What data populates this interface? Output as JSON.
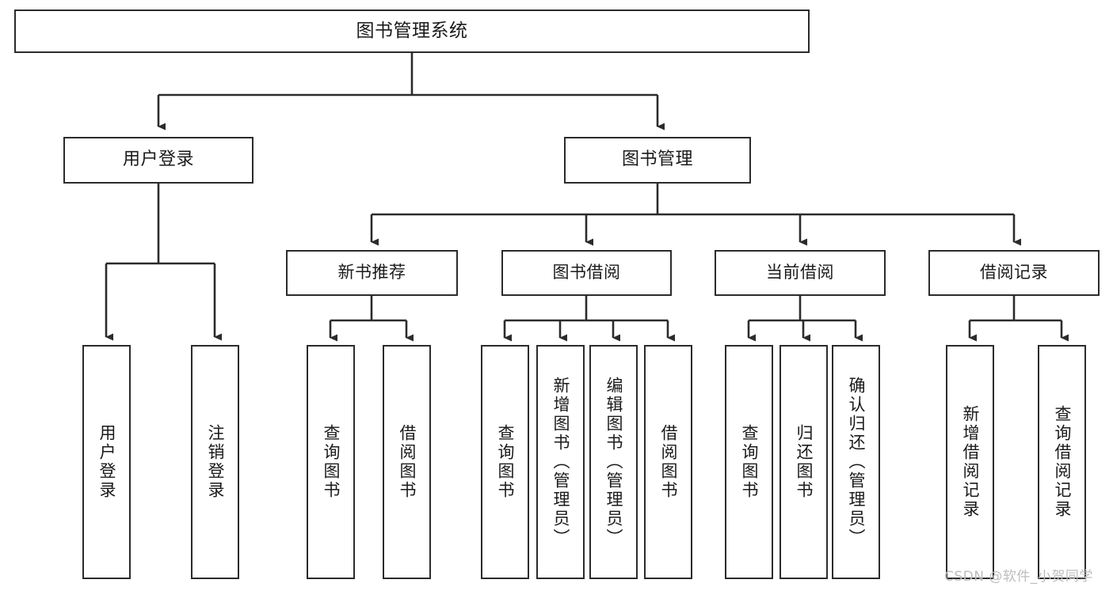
{
  "diagram": {
    "type": "tree-hierarchy",
    "title": "图书管理系统",
    "line_color": "#2b2b2b",
    "box_fill": "#ffffff",
    "text_color": "#1a1a1a",
    "watermark": "CSDN @软件_小贺同学",
    "nodes": {
      "root": {
        "label": "图书管理系统"
      },
      "level2": [
        {
          "label": "用户登录"
        },
        {
          "label": "图书管理"
        }
      ],
      "level3": [
        {
          "label": "新书推荐"
        },
        {
          "label": "图书借阅"
        },
        {
          "label": "当前借阅"
        },
        {
          "label": "借阅记录"
        }
      ],
      "leaves": {
        "user_login": [
          {
            "label": "用户登录"
          },
          {
            "label": "注销登录"
          }
        ],
        "new_book_recommend": [
          {
            "label": "查询图书"
          },
          {
            "label": "借阅图书"
          }
        ],
        "book_borrow": [
          {
            "label": "查询图书"
          },
          {
            "label": "新增图书（管理员）"
          },
          {
            "label": "编辑图书（管理员）"
          },
          {
            "label": "借阅图书"
          }
        ],
        "current_borrow": [
          {
            "label": "查询图书"
          },
          {
            "label": "归还图书"
          },
          {
            "label": "确认归还（管理员）"
          }
        ],
        "borrow_record": [
          {
            "label": "新增借阅记录"
          },
          {
            "label": "查询借阅记录"
          }
        ]
      }
    }
  }
}
